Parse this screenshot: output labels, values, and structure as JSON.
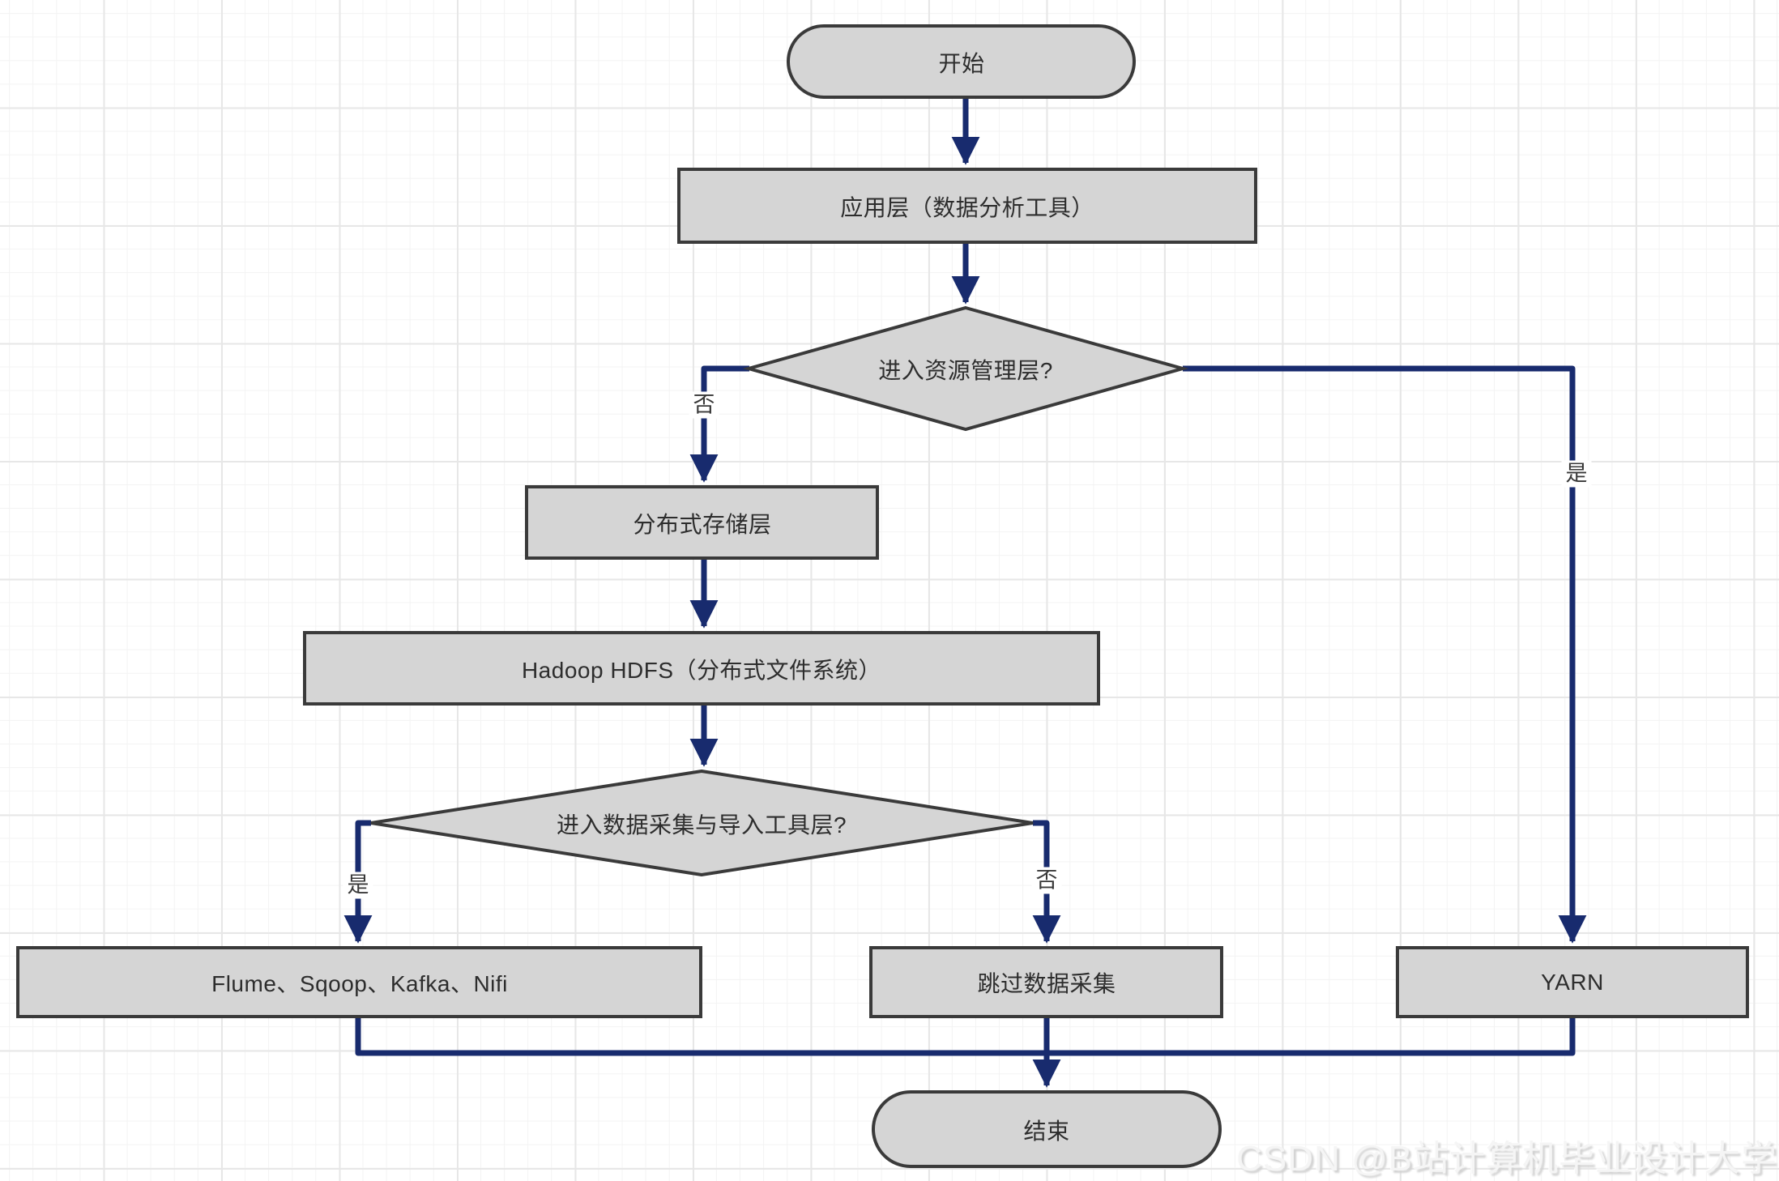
{
  "diagram": {
    "nodes": {
      "start": {
        "label": "开始",
        "shape": "terminator"
      },
      "app_layer": {
        "label": "应用层（数据分析工具）",
        "shape": "process"
      },
      "decision_resource": {
        "label": "进入资源管理层?",
        "shape": "decision"
      },
      "storage_layer": {
        "label": "分布式存储层",
        "shape": "process"
      },
      "hdfs": {
        "label": "Hadoop HDFS（分布式文件系统）",
        "shape": "process"
      },
      "decision_ingest": {
        "label": "进入数据采集与导入工具层?",
        "shape": "decision"
      },
      "ingest_tools": {
        "label": "Flume、Sqoop、Kafka、Nifi",
        "shape": "process"
      },
      "skip_ingest": {
        "label": "跳过数据采集",
        "shape": "process"
      },
      "yarn": {
        "label": "YARN",
        "shape": "process"
      },
      "end": {
        "label": "结束",
        "shape": "terminator"
      }
    },
    "edge_labels": {
      "resource_no": "否",
      "resource_yes": "是",
      "ingest_yes": "是",
      "ingest_no": "否"
    },
    "colors": {
      "node_fill": "#d5d5d5",
      "node_border": "#3a3a3a",
      "edge": "#182b6e"
    }
  },
  "watermark": {
    "text": "CSDN @B站计算机毕业设计大学"
  }
}
